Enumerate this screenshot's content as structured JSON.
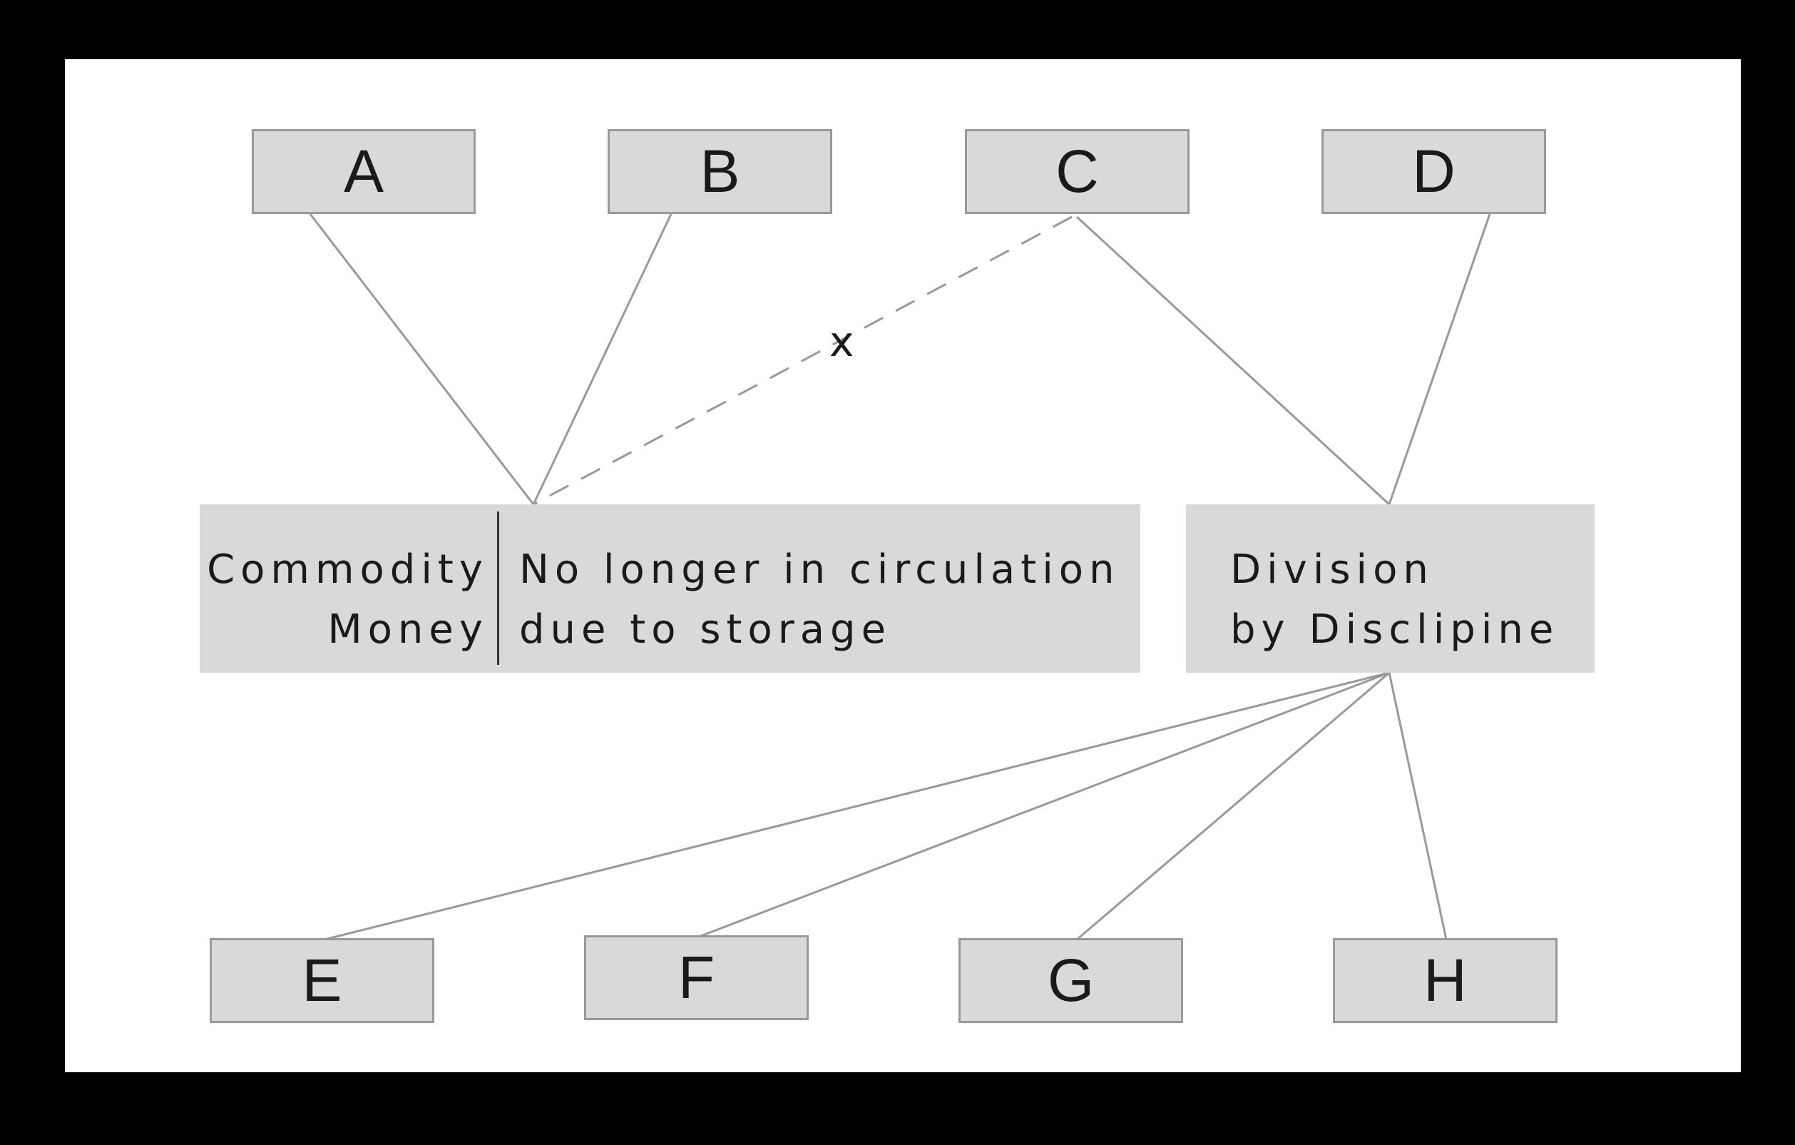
{
  "nodes": {
    "a": "A",
    "b": "B",
    "c": "C",
    "d": "D",
    "e": "E",
    "f": "F",
    "g": "G",
    "h": "H"
  },
  "commodity_box": {
    "term_lines": [
      "Commodity",
      "Money"
    ],
    "description_lines": [
      "No longer in circulation",
      "due to storage"
    ]
  },
  "division_box": {
    "lines": [
      "Division",
      "by Disclipine"
    ]
  },
  "dashed_link_label": "x",
  "colors": {
    "background": "#000000",
    "panel": "#ffffff",
    "node_fill": "#d9d9d9",
    "node_border": "#999999",
    "connector": "#999999",
    "text": "#1a1a1a"
  }
}
